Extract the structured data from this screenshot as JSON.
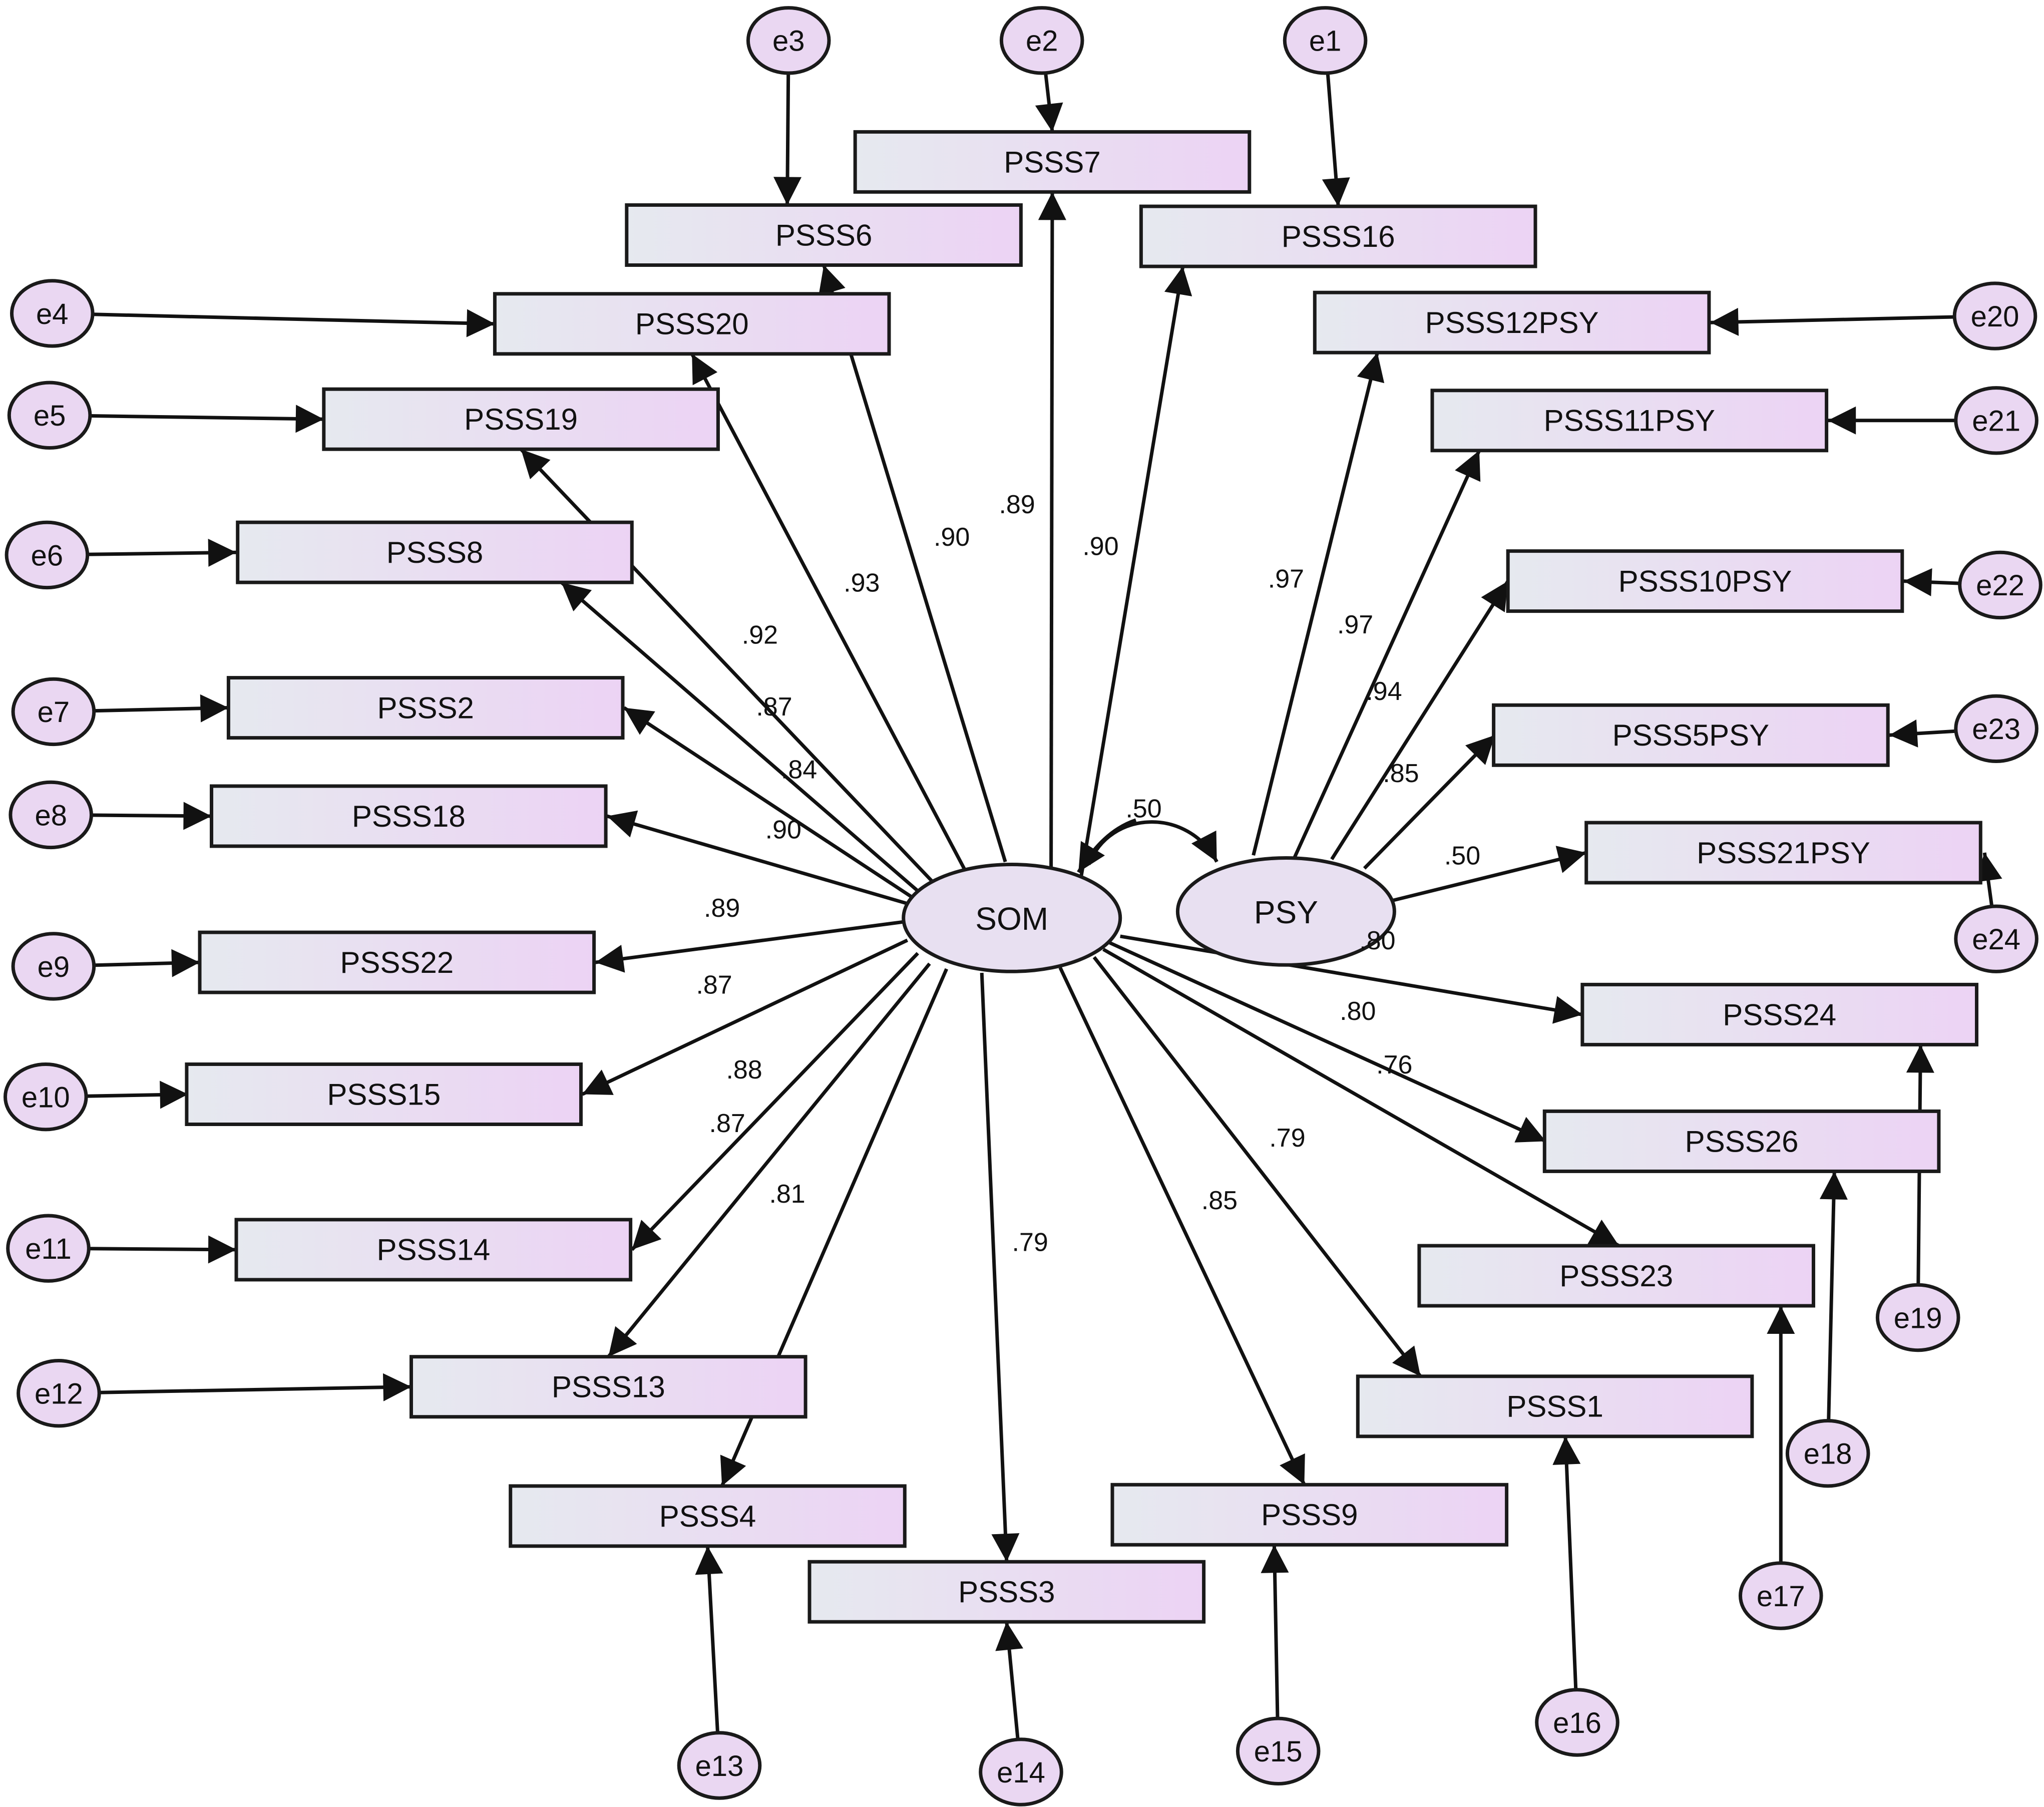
{
  "latents": [
    {
      "id": "SOM",
      "label": "SOM"
    },
    {
      "id": "PSY",
      "label": "PSY"
    }
  ],
  "correlation": {
    "from": "SOM",
    "to": "PSY",
    "label": ".50"
  },
  "indicators": [
    {
      "id": "PSSS7",
      "label": "PSSS7",
      "latent": "SOM",
      "loading": ".89",
      "error": "e2"
    },
    {
      "id": "PSSS6",
      "label": "PSSS6",
      "latent": "SOM",
      "loading": ".90",
      "error": "e3"
    },
    {
      "id": "PSSS16",
      "label": "PSSS16",
      "latent": "SOM",
      "loading": ".90",
      "error": "e1"
    },
    {
      "id": "PSSS20",
      "label": "PSSS20",
      "latent": "SOM",
      "loading": ".93",
      "error": "e4"
    },
    {
      "id": "PSSS19",
      "label": "PSSS19",
      "latent": "SOM",
      "loading": ".92",
      "error": "e5"
    },
    {
      "id": "PSSS8",
      "label": "PSSS8",
      "latent": "SOM",
      "loading": ".87",
      "error": "e6"
    },
    {
      "id": "PSSS2",
      "label": "PSSS2",
      "latent": "SOM",
      "loading": ".84",
      "error": "e7"
    },
    {
      "id": "PSSS18",
      "label": "PSSS18",
      "latent": "SOM",
      "loading": ".90",
      "error": "e8"
    },
    {
      "id": "PSSS22",
      "label": "PSSS22",
      "latent": "SOM",
      "loading": ".89",
      "error": "e9"
    },
    {
      "id": "PSSS15",
      "label": "PSSS15",
      "latent": "SOM",
      "loading": ".87",
      "error": "e10"
    },
    {
      "id": "PSSS14",
      "label": "PSSS14",
      "latent": "SOM",
      "loading": ".88",
      "error": "e11"
    },
    {
      "id": "PSSS13",
      "label": "PSSS13",
      "latent": "SOM",
      "loading": ".87",
      "error": "e12"
    },
    {
      "id": "PSSS4",
      "label": "PSSS4",
      "latent": "SOM",
      "loading": ".81",
      "error": "e13"
    },
    {
      "id": "PSSS3",
      "label": "PSSS3",
      "latent": "SOM",
      "loading": ".79",
      "error": "e14"
    },
    {
      "id": "PSSS9",
      "label": "PSSS9",
      "latent": "SOM",
      "loading": ".85",
      "error": "e15"
    },
    {
      "id": "PSSS1",
      "label": "PSSS1",
      "latent": "SOM",
      "loading": ".79",
      "error": "e16"
    },
    {
      "id": "PSSS23",
      "label": "PSSS23",
      "latent": "SOM",
      "loading": ".76",
      "error": "e17"
    },
    {
      "id": "PSSS26",
      "label": "PSSS26",
      "latent": "SOM",
      "loading": ".80",
      "error": "e18"
    },
    {
      "id": "PSSS24",
      "label": "PSSS24",
      "latent": "SOM",
      "loading": ".80",
      "error": "e19"
    },
    {
      "id": "PSSS12PSY",
      "label": "PSSS12PSY",
      "latent": "PSY",
      "loading": ".97",
      "error": "e20"
    },
    {
      "id": "PSSS11PSY",
      "label": "PSSS11PSY",
      "latent": "PSY",
      "loading": ".97",
      "error": "e21"
    },
    {
      "id": "PSSS10PSY",
      "label": "PSSS10PSY",
      "latent": "PSY",
      "loading": ".94",
      "error": "e22"
    },
    {
      "id": "PSSS5PSY",
      "label": "PSSS5PSY",
      "latent": "PSY",
      "loading": ".85",
      "error": "e23"
    },
    {
      "id": "PSSS21PSY",
      "label": "PSSS21PSY",
      "latent": "PSY",
      "loading": ".50",
      "error": "e24"
    }
  ],
  "colors": {
    "box_fill_left": "#e6e9ef",
    "box_fill_right": "#ecd3f4",
    "error_fill": "#ead7f2",
    "latent_fill": "#e8e0f1",
    "stroke": "#111111"
  }
}
